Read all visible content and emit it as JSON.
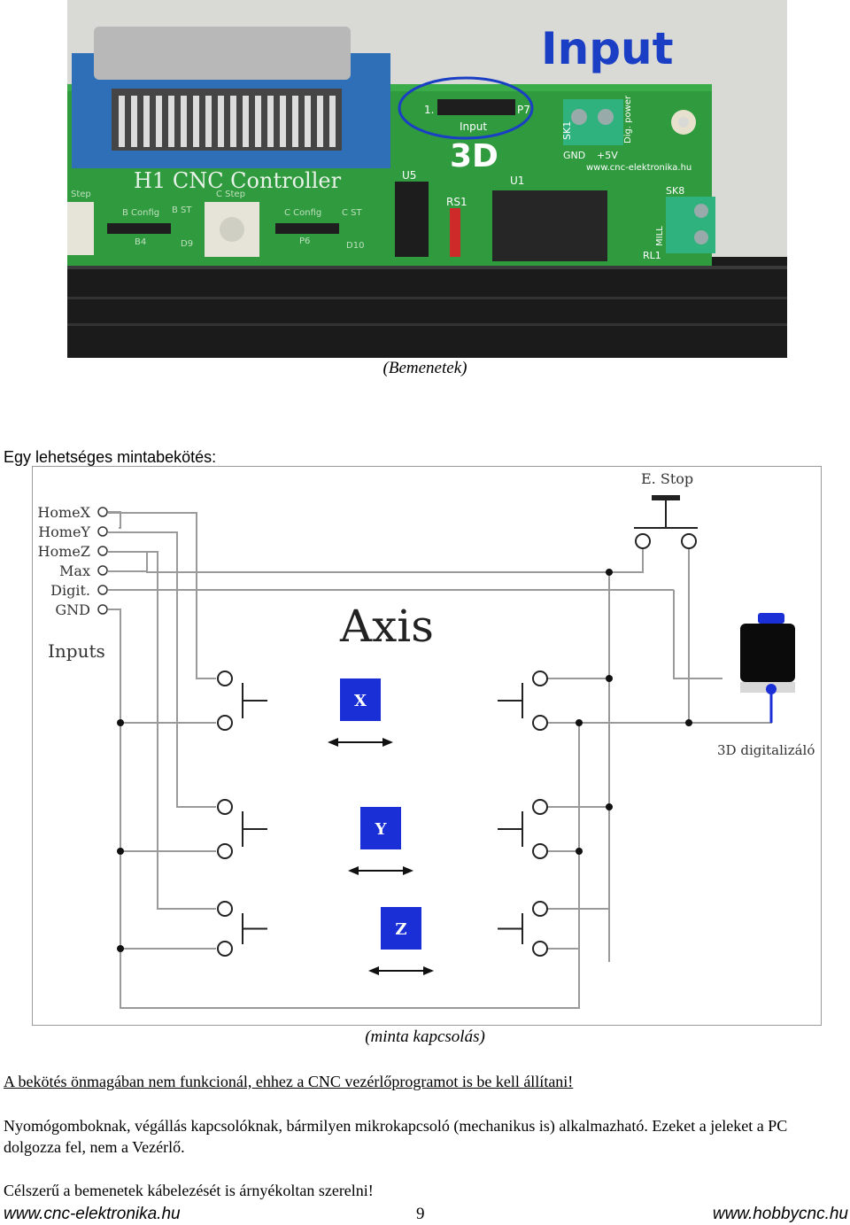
{
  "photo": {
    "heading": "Input",
    "board_title": "H1 CNC Controller",
    "connector_label": "Input",
    "connector_pin": "1.",
    "connector_name": "P7",
    "mark_3d": "3D",
    "u5": "U5",
    "u1": "U1",
    "rs1": "RS1",
    "sk1": "SK1",
    "sk8": "SK8",
    "rl1": "RL1",
    "gnd_label": "GND",
    "plus5v": "+5V",
    "dig_power": "Dig. power",
    "url": "www.cnc-elektronika.hu",
    "b_config": "B Config",
    "b_st": "B ST",
    "c_config": "C Config",
    "c_st": "C ST",
    "c_step": "C Step",
    "step": "Step",
    "mill": "MILL",
    "p6": "P6",
    "d10": "D10",
    "d9": "D9",
    "b4": "B4"
  },
  "caption_inputs": "(Bemenetek)",
  "intro_line": "Egy lehetséges mintabekötés:",
  "diagram": {
    "inputs": [
      "HomeX",
      "HomeY",
      "HomeZ",
      "Max",
      "Digit.",
      "GND"
    ],
    "inputs_title": "Inputs",
    "axis_title": "Axis",
    "axes": [
      "X",
      "Y",
      "Z"
    ],
    "estop": "E. Stop",
    "digitizer": "3D digitalizáló",
    "colors": {
      "axis_box": "#1a2fd6",
      "wire": "#9a9a9a",
      "digitizer_tip": "#1a2fd6"
    }
  },
  "caption_sample": "(minta kapcsolás)",
  "para1": "A bekötés önmagában nem funkcionál, ehhez a CNC vezérlőprogramot is be kell állítani!",
  "para2": "Nyomógomboknak, végállás kapcsolóknak, bármilyen mikrokapcsoló (mechanikus is) alkalmazható. Ezeket a jeleket a PC dolgozza fel, nem a Vezérlő.",
  "para3": "Célszerű a bemenetek kábelezését is árnyékoltan szerelni!",
  "footer": {
    "left": "www.cnc-elektronika.hu",
    "page": "9",
    "right": "www.hobbycnc.hu"
  }
}
